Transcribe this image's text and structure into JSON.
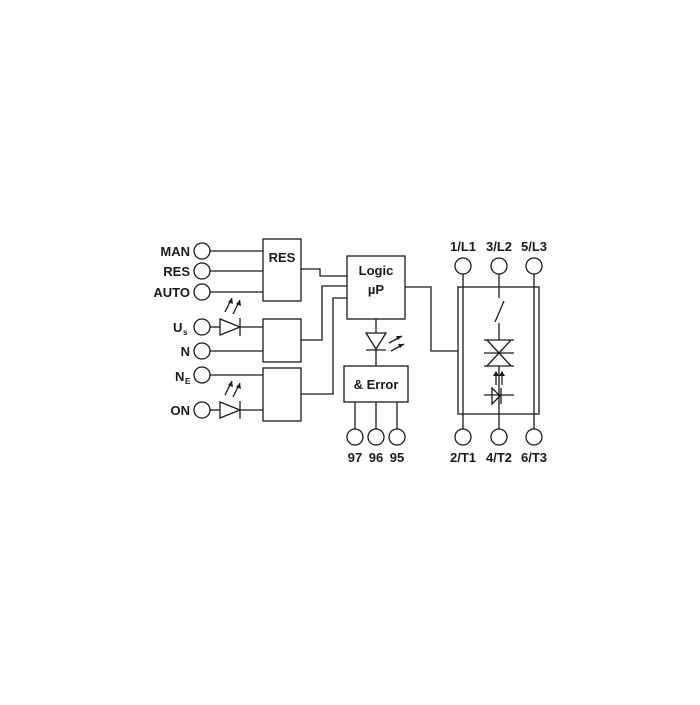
{
  "inputs": {
    "man": "MAN",
    "res": "RES",
    "auto": "AUTO",
    "us_main": "U",
    "us_sub": "s",
    "n": "N",
    "ne_main": "N",
    "ne_sub": "E",
    "on": "ON"
  },
  "blocks": {
    "res": "RES",
    "logic_line1": "Logic",
    "logic_line2": "µP",
    "error": "& Error"
  },
  "relay_terminals": [
    "97",
    "96",
    "95"
  ],
  "line_terminals": [
    "1/L1",
    "3/L2",
    "5/L3"
  ],
  "load_terminals": [
    "2/T1",
    "4/T2",
    "6/T3"
  ],
  "colors": {
    "ink": "#1a1a1a",
    "background": "#ffffff"
  }
}
